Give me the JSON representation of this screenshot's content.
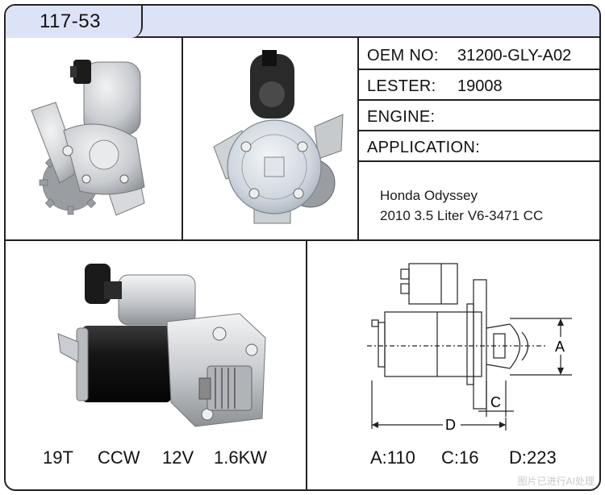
{
  "header": {
    "part_number": "117-53"
  },
  "specs": [
    {
      "label": "OEM NO:",
      "value": "31200-GLY-A02"
    },
    {
      "label": "LESTER:",
      "value": "19008"
    },
    {
      "label": "ENGINE:",
      "value": ""
    },
    {
      "label": "APPLICATION:",
      "value": ""
    }
  ],
  "application": {
    "vehicle": "Honda Odyssey",
    "engine_detail": "2010 3.5 Liter V6-3471 CC"
  },
  "ratings": {
    "teeth": "19T",
    "rotation": "CCW",
    "voltage": "12V",
    "power": "1.6KW"
  },
  "diagram": {
    "label_a": "A",
    "label_c": "C",
    "label_d": "D"
  },
  "dimensions": {
    "a": "A:110",
    "c": "C:16",
    "d": "D:223"
  },
  "colors": {
    "header_bg": "#dde3f6",
    "border": "#222222",
    "metal": "#c9ccd0",
    "housing_black": "#1c1c1c"
  },
  "watermark": "图片已进行AI处理"
}
